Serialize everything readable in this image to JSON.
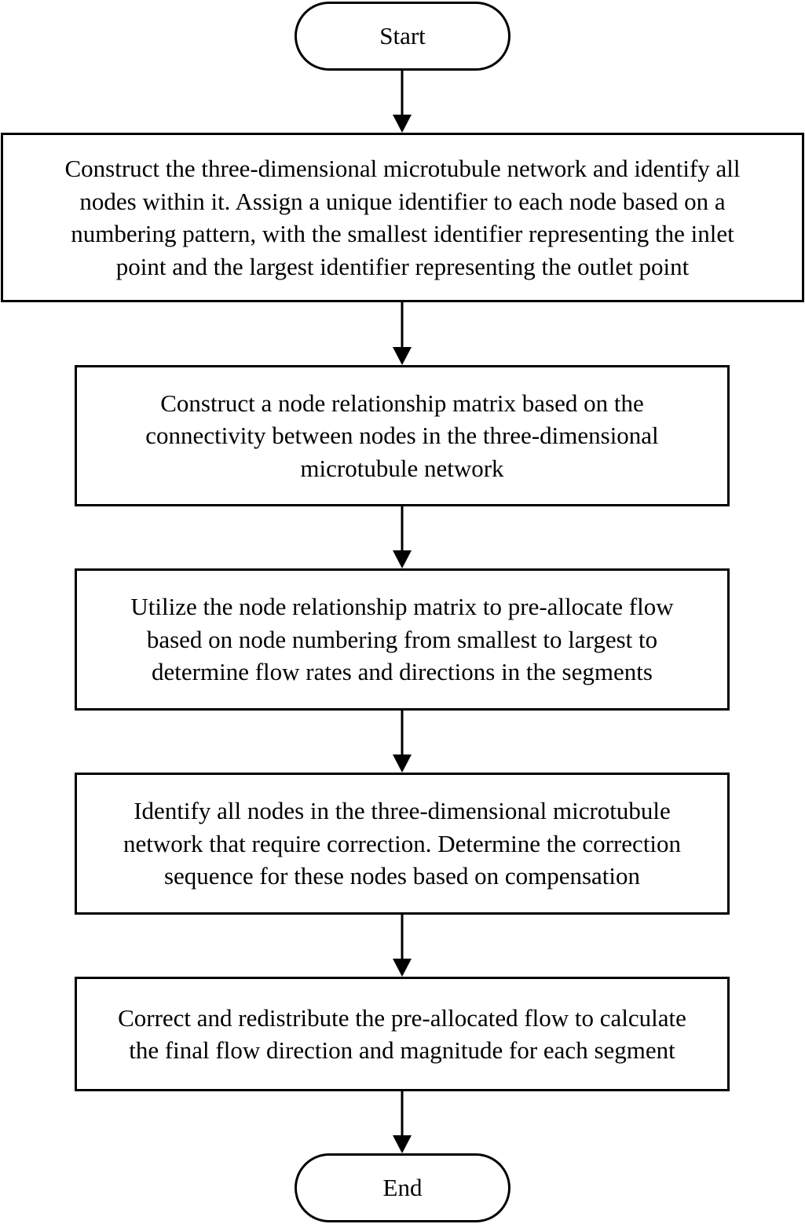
{
  "flowchart": {
    "start_label": "Start",
    "end_label": "End",
    "steps": [
      {
        "text": "Construct the three-dimensional microtubule network and identify all\nnodes within it. Assign a unique identifier to each node based on a\nnumbering pattern, with the smallest identifier representing the inlet\npoint and the largest identifier representing the outlet point"
      },
      {
        "text": "Construct a node relationship matrix based on the\nconnectivity between nodes in the three-dimensional\nmicrotubule network"
      },
      {
        "text": "Utilize the node relationship matrix to pre-allocate flow\nbased on node numbering from smallest to largest to\ndetermine flow rates and directions in the segments"
      },
      {
        "text": "Identify all nodes in the three-dimensional microtubule\nnetwork that require correction. Determine the correction\nsequence for these nodes based on compensation"
      },
      {
        "text": "Correct and redistribute the pre-allocated flow to calculate\nthe final flow direction and magnitude for each segment"
      }
    ]
  }
}
